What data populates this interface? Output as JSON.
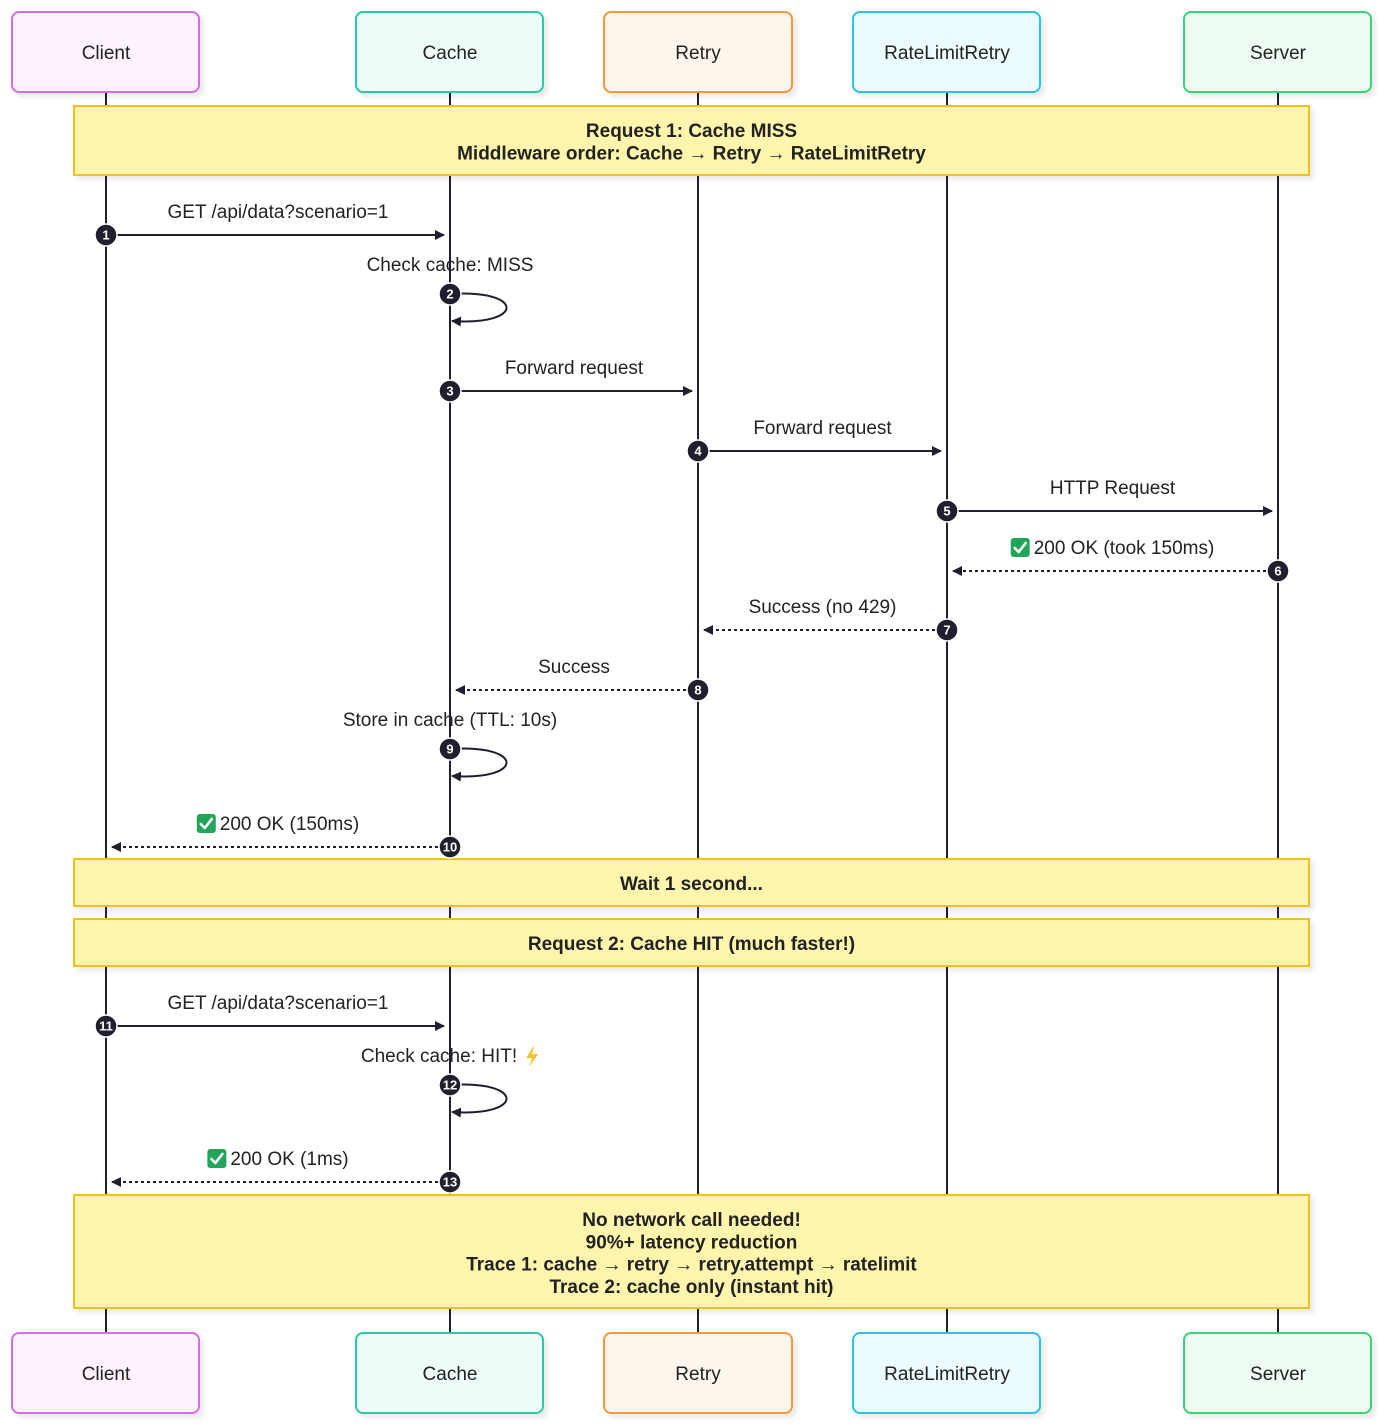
{
  "colors": {
    "line": "#1f1f2e",
    "note_fill": "#fff5ad",
    "note_stroke": "#f0c020"
  },
  "actors": [
    {
      "id": "client",
      "label": "Client",
      "fill": "#fdf2fd",
      "stroke": "#d36ee6"
    },
    {
      "id": "cache",
      "label": "Cache",
      "fill": "#eefdf9",
      "stroke": "#2bc9a4"
    },
    {
      "id": "retry",
      "label": "Retry",
      "fill": "#fef6ec",
      "stroke": "#f09a3e"
    },
    {
      "id": "ratelimitretry",
      "label": "RateLimitRetry",
      "fill": "#ecfbfe",
      "stroke": "#29c3e0"
    },
    {
      "id": "server",
      "label": "Server",
      "fill": "#edfbf1",
      "stroke": "#3ad27a"
    }
  ],
  "notes": [
    {
      "id": "request-1-note",
      "lines": [
        "Request 1: Cache MISS",
        "Middleware order: Cache → Retry → RateLimitRetry"
      ]
    },
    {
      "id": "wait-note",
      "lines": [
        "Wait 1 second..."
      ]
    },
    {
      "id": "request-2-note",
      "lines": [
        "Request 2: Cache HIT (much faster!)"
      ]
    },
    {
      "id": "summary-note",
      "lines": [
        "No network call needed!",
        "90%+ latency reduction",
        "Trace 1: cache → retry → retry.attempt → ratelimit",
        "Trace 2: cache only (instant hit)"
      ]
    }
  ],
  "messages": [
    {
      "num": "1",
      "from": "client",
      "to": "cache",
      "label": "GET /api/data?scenario=1",
      "style": "solid",
      "icon": ""
    },
    {
      "num": "2",
      "from": "cache",
      "to": "cache",
      "label": "Check cache: MISS",
      "style": "solid",
      "icon": ""
    },
    {
      "num": "3",
      "from": "cache",
      "to": "retry",
      "label": "Forward request",
      "style": "solid",
      "icon": ""
    },
    {
      "num": "4",
      "from": "retry",
      "to": "ratelimitretry",
      "label": "Forward request",
      "style": "solid",
      "icon": ""
    },
    {
      "num": "5",
      "from": "ratelimitretry",
      "to": "server",
      "label": "HTTP Request",
      "style": "solid",
      "icon": ""
    },
    {
      "num": "6",
      "from": "server",
      "to": "ratelimitretry",
      "label": "200 OK (took 150ms)",
      "style": "dashed",
      "icon": "check-mark-icon"
    },
    {
      "num": "7",
      "from": "ratelimitretry",
      "to": "retry",
      "label": "Success (no 429)",
      "style": "dashed",
      "icon": ""
    },
    {
      "num": "8",
      "from": "retry",
      "to": "cache",
      "label": "Success",
      "style": "dashed",
      "icon": ""
    },
    {
      "num": "9",
      "from": "cache",
      "to": "cache",
      "label": "Store in cache (TTL: 10s)",
      "style": "solid",
      "icon": ""
    },
    {
      "num": "10",
      "from": "cache",
      "to": "client",
      "label": "200 OK (150ms)",
      "style": "dashed",
      "icon": "check-mark-icon"
    },
    {
      "num": "11",
      "from": "client",
      "to": "cache",
      "label": "GET /api/data?scenario=1",
      "style": "solid",
      "icon": ""
    },
    {
      "num": "12",
      "from": "cache",
      "to": "cache",
      "label": "Check cache: HIT!",
      "style": "solid",
      "icon": "lightning-icon"
    },
    {
      "num": "13",
      "from": "cache",
      "to": "client",
      "label": "200 OK (1ms)",
      "style": "dashed",
      "icon": "check-mark-icon"
    }
  ]
}
